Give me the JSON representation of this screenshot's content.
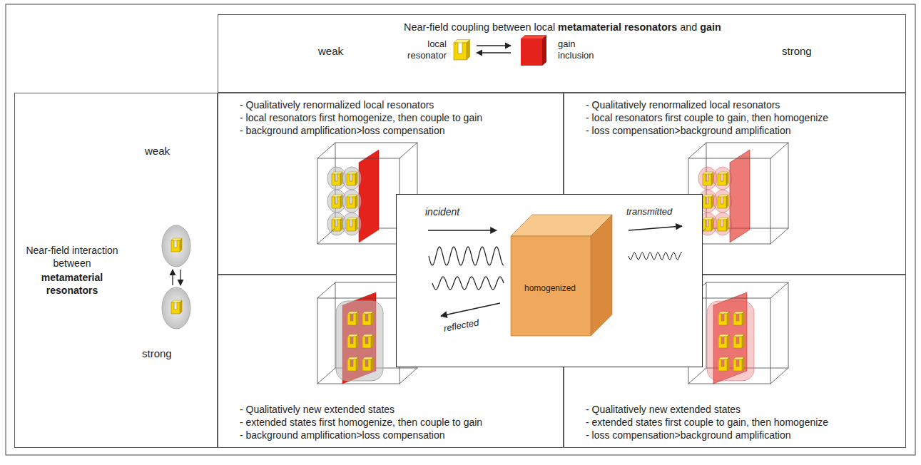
{
  "diagram": {
    "nodes": [
      {
        "text": [
          "Near-field coupling between local",
          "metamaterial resonators",
          "and",
          "gain",
          "weak",
          "strong"
        ]
      },
      {
        "text": [
          "Near-field interaction between",
          "metamaterial resonators",
          "weak",
          "strong"
        ]
      },
      {
        "text": [
          "- Qualitatively renormalized local resonators",
          "- local resonators first homogenize, then couple to gain",
          "- background amplification>loss compensation"
        ]
      },
      {
        "text": [
          "- Qualitatively renormalized local resonators",
          "- local resonators first couple to gain, then homogenize",
          "- loss compensation>background amplification"
        ]
      },
      {
        "text": [
          "incident",
          "transmitted",
          "reflected",
          "homogenized"
        ]
      },
      {
        "text": [
          "- Qualitatively new extended states",
          "- extended states first homogenize, then couple to gain",
          "- background amplification>loss compensation"
        ]
      },
      {
        "text": [
          "- Qualitatively new extended states",
          "- extended states first couple to gain, then homogenize",
          "- loss compensation>background amplification"
        ]
      }
    ],
    "labels": [
      "local resonator",
      "gain inclusion"
    ]
  }
}
